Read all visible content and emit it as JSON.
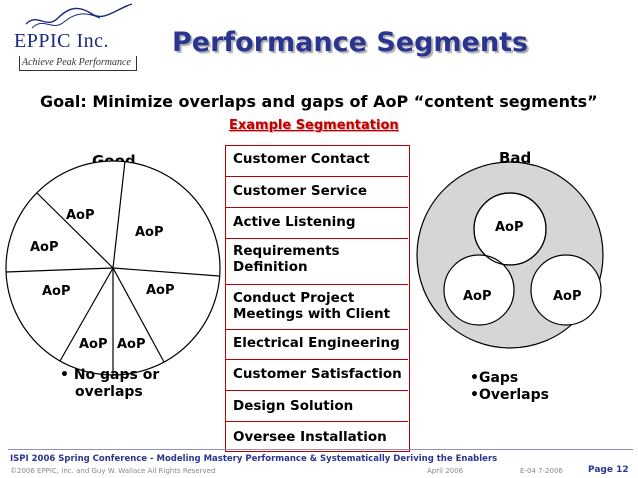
{
  "logo": {
    "name": "EPPIC Inc.",
    "tagline": "Achieve Peak Performance"
  },
  "title": "Performance Segments",
  "goal": "Goal:  Minimize overlaps and gaps of AoP “content segments”",
  "good": {
    "heading": "Good",
    "slices": [
      "AoP",
      "AoP",
      "AoP",
      "AoP",
      "AoP",
      "AoP",
      "AoP"
    ],
    "bullet": "No gaps or overlaps",
    "bullet_line1": "No gaps or",
    "bullet_line2": "overlaps"
  },
  "example": {
    "heading": "Example Segmentation",
    "segments": [
      "Customer Contact",
      "Customer Service",
      "Active Listening",
      "Requirements Definition",
      "Conduct Project Meetings with Client",
      "Electrical Engineering",
      "Customer Satisfaction",
      "Design Solution",
      "Oversee Installation"
    ],
    "segment_lines": [
      [
        "Customer Contact"
      ],
      [
        "Customer Service"
      ],
      [
        "Active Listening"
      ],
      [
        "Requirements",
        "Definition"
      ],
      [
        "Conduct Project",
        "Meetings with Client"
      ],
      [
        "Electrical Engineering"
      ],
      [
        "Customer Satisfaction"
      ],
      [
        "Design Solution"
      ],
      [
        "Oversee Installation"
      ]
    ]
  },
  "bad": {
    "heading": "Bad",
    "circles": [
      "AoP",
      "AoP",
      "AoP"
    ],
    "bullets": [
      "Gaps",
      "Overlaps"
    ]
  },
  "footer": {
    "line1": "ISPI 2006 Spring Conference  -  Modeling Mastery Performance & Systematically Deriving the Enablers",
    "copyright": "©2006 EPPIC, Inc. and Guy W. Wallace    All Rights Reserved",
    "date": "April 2006",
    "code": "E-04  7-2006",
    "page": "Page 12"
  },
  "colors": {
    "title": "#2a3590",
    "accent_red": "#c00000",
    "bad_fill": "#d6d6d6"
  }
}
